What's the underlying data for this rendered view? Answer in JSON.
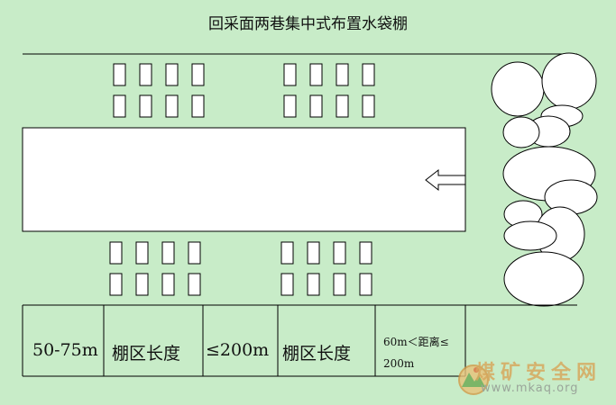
{
  "title": "回采面两巷集中式布置水袋棚",
  "table": {
    "cells": [
      "50-75m",
      "棚区长度",
      "≤200m",
      "棚区长度"
    ],
    "last_line1": "60m＜距离≤",
    "last_line2": "200m"
  },
  "watermark": {
    "brand": "煤矿安全网",
    "url": "www.mkaq.org"
  },
  "colors": {
    "background": "#c8ecc8",
    "shapes": "#ffffff",
    "stroke": "#000000"
  }
}
